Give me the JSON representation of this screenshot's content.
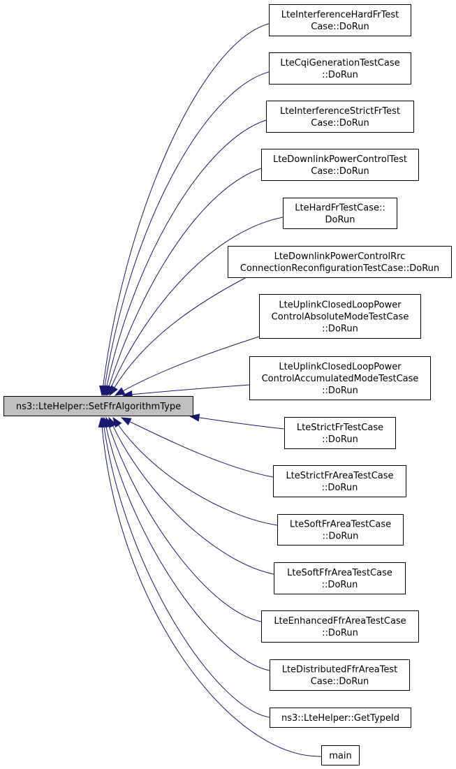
{
  "colors": {
    "edge": "#191970",
    "node_border": "#000000",
    "node_fill": "#ffffff",
    "target_fill": "#bfbfbf",
    "text": "#000000"
  },
  "target": {
    "lines": [
      "ns3::LteHelper::SetFfrAlgorithmType"
    ]
  },
  "callers": [
    {
      "lines": [
        "LteInterferenceHardFrTest",
        "Case::DoRun"
      ]
    },
    {
      "lines": [
        "LteCqiGenerationTestCase",
        "::DoRun"
      ]
    },
    {
      "lines": [
        "LteInterferenceStrictFrTest",
        "Case::DoRun"
      ]
    },
    {
      "lines": [
        "LteDownlinkPowerControlTest",
        "Case::DoRun"
      ]
    },
    {
      "lines": [
        "LteHardFrTestCase::",
        "DoRun"
      ]
    },
    {
      "lines": [
        "LteDownlinkPowerControlRrc",
        "ConnectionReconfigurationTestCase::DoRun"
      ]
    },
    {
      "lines": [
        "LteUplinkClosedLoopPower",
        "ControlAbsoluteModeTestCase",
        "::DoRun"
      ]
    },
    {
      "lines": [
        "LteUplinkClosedLoopPower",
        "ControlAccumulatedModeTestCase",
        "::DoRun"
      ]
    },
    {
      "lines": [
        "LteStrictFrTestCase",
        "::DoRun"
      ]
    },
    {
      "lines": [
        "LteStrictFrAreaTestCase",
        "::DoRun"
      ]
    },
    {
      "lines": [
        "LteSoftFrAreaTestCase",
        "::DoRun"
      ]
    },
    {
      "lines": [
        "LteSoftFfrAreaTestCase",
        "::DoRun"
      ]
    },
    {
      "lines": [
        "LteEnhancedFfrAreaTestCase",
        "::DoRun"
      ]
    },
    {
      "lines": [
        "LteDistributedFfrAreaTest",
        "Case::DoRun"
      ]
    },
    {
      "lines": [
        "ns3::LteHelper::GetTypeId"
      ]
    },
    {
      "lines": [
        "main"
      ]
    }
  ]
}
